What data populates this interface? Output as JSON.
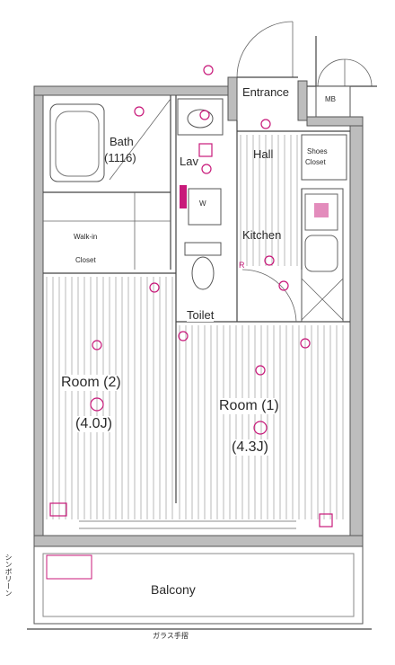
{
  "rooms": {
    "entrance": "Entrance",
    "mb": "MB",
    "bath": "Bath",
    "bath_size": "(1116)",
    "lav": "Lav",
    "hall": "Hall",
    "shoes_closet_1": "Shoes",
    "shoes_closet_2": "Closet",
    "kitchen": "Kitchen",
    "walk_in_1": "Walk-in",
    "walk_in_2": "Closet",
    "toilet": "Toilet",
    "room2": "Room (2)",
    "room2_size": "(4.0J)",
    "room1": "Room (1)",
    "room1_size": "(4.3J)",
    "balcony": "Balcony",
    "small_w": "W",
    "small_r": "R"
  },
  "notes": {
    "glass_handrail": "ガラス手摺",
    "side_note": "シンボリーン"
  },
  "colors": {
    "wall": "#bdbdbd",
    "equipment": "#c8197a",
    "text": "#2a2a2a"
  }
}
